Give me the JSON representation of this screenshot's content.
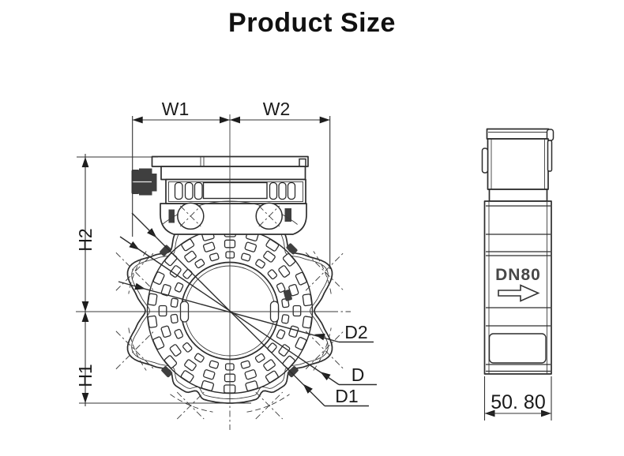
{
  "title": "Product Size",
  "front_view": {
    "label": "flow meter front view",
    "dim_w1": "W1",
    "dim_w2": "W2",
    "dim_h1": "H1",
    "dim_h2": "H2",
    "dim_d": "D",
    "dim_d1": "D1",
    "dim_d2": "D2"
  },
  "side_view": {
    "label": "flow meter side view",
    "pipe_marking": "DN80",
    "dim_width": "50. 80"
  },
  "colors": {
    "line": "#2d2d2d",
    "centerline": "#3a3a3a",
    "dark_fill": "#3f3f3f",
    "text": "#1a1a1a",
    "background": "#ffffff"
  }
}
